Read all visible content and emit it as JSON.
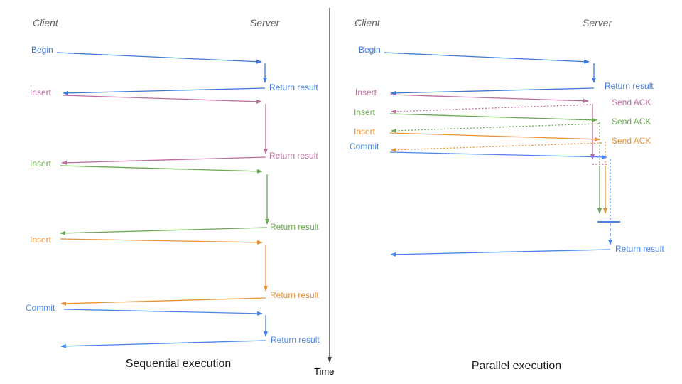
{
  "palette": {
    "blue": "#3c78d8",
    "blue_light": "#4a86e8",
    "pink": "#bf6b9e",
    "green": "#6aa84f",
    "orange": "#e69138",
    "axis_gray": "#3f3f3f",
    "header_gray": "#616161"
  },
  "time_axis": {
    "label": "Time"
  },
  "left_panel": {
    "title": "Sequential execution",
    "headers": {
      "client": "Client",
      "server": "Server"
    },
    "rows": [
      {
        "request": "Begin",
        "response": "Return result",
        "color": "#3c78d8"
      },
      {
        "request": "Insert",
        "response": "Return result",
        "color": "#bf6b9e"
      },
      {
        "request": "Insert",
        "response": "Return result",
        "color": "#6aa84f"
      },
      {
        "request": "Insert",
        "response": "Return result",
        "color": "#e69138"
      },
      {
        "request": "Commit",
        "response": "Return result",
        "color": "#4a86e8"
      }
    ]
  },
  "right_panel": {
    "title": "Parallel execution",
    "headers": {
      "client": "Client",
      "server": "Server"
    },
    "rows": [
      {
        "request": "Begin",
        "response": "Return result",
        "color": "#3c78d8"
      },
      {
        "request": "Insert",
        "response": "Send ACK",
        "color": "#bf6b9e"
      },
      {
        "request": "Insert",
        "response": "Send ACK",
        "color": "#6aa84f"
      },
      {
        "request": "Insert",
        "response": "Send ACK",
        "color": "#e69138"
      },
      {
        "request": "Commit",
        "response": "Return result",
        "color": "#4a86e8"
      }
    ]
  }
}
